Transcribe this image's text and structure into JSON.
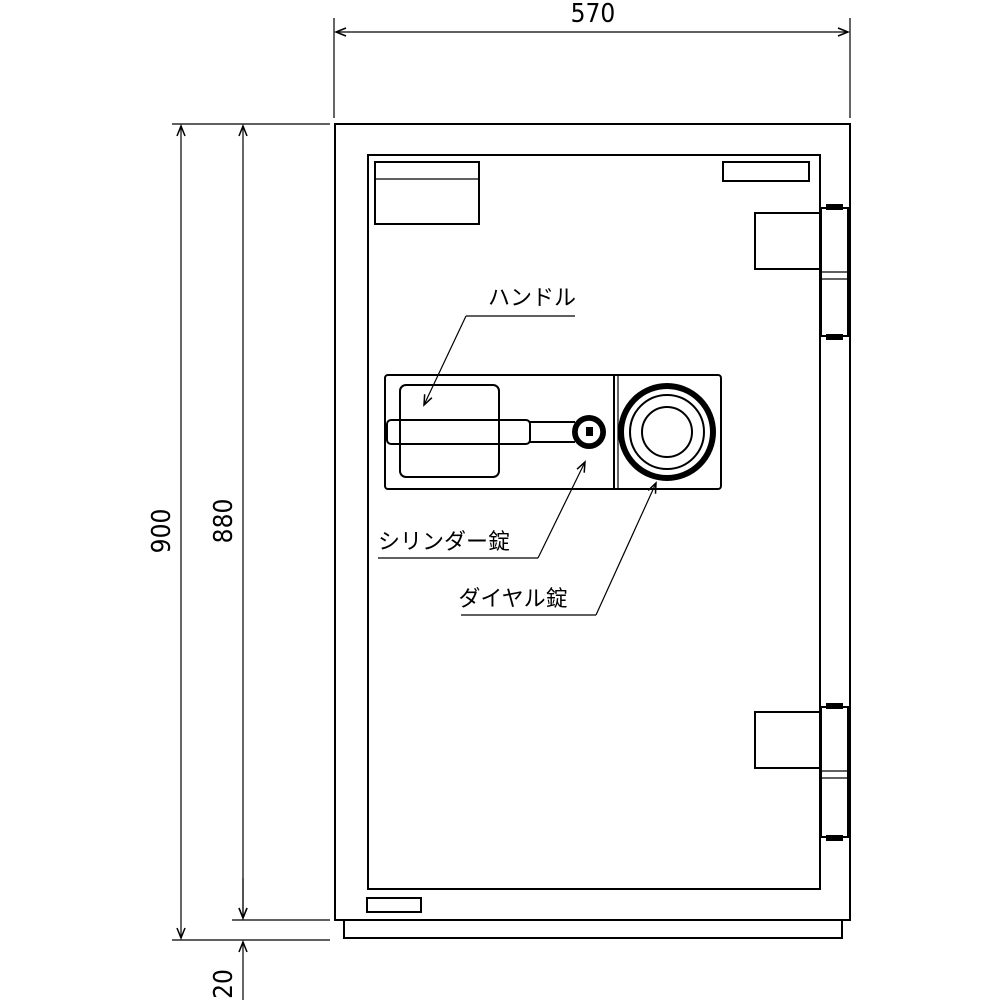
{
  "dimensions": {
    "width": "570",
    "total_height": "900",
    "body_height": "880",
    "base_height": "20"
  },
  "labels": {
    "handle": "ハンドル",
    "cylinder_lock": "シリンダー錠",
    "dial_lock": "ダイヤル錠"
  }
}
